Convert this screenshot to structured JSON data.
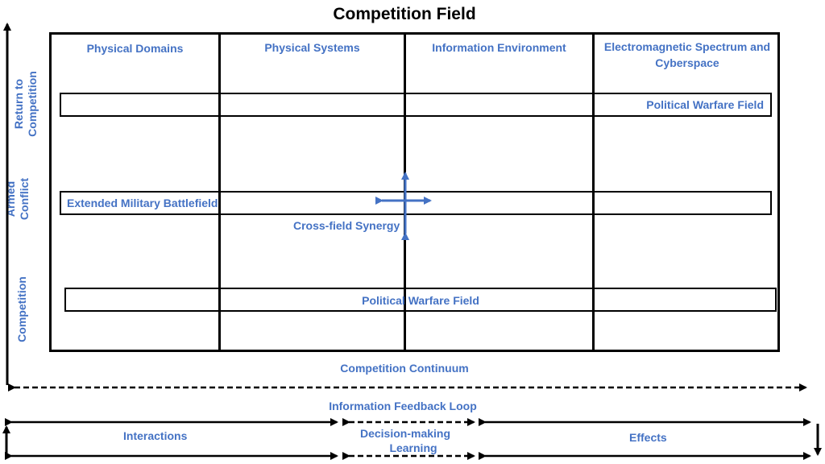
{
  "title": "Competition Field",
  "columns": [
    "Physical Domains",
    "Physical Systems",
    "Information Environment",
    "Electromagnetic Spectrum and Cyberspace"
  ],
  "rows": {
    "return_to_competition": "Return to Competition",
    "armed_conflict": "Armed Conflict",
    "competition": "Competition"
  },
  "bands": {
    "top": "Political Warfare Field",
    "middle": "Extended Military Battlefield",
    "bottom": "Political Warfare Field"
  },
  "synergy_label": "Cross-field Synergy",
  "continuum_label": "Competition Continuum",
  "feedback": {
    "title": "Information Feedback Loop",
    "interactions": "Interactions",
    "decision_making": "Decision-making",
    "learning": "Learning",
    "effects": "Effects"
  },
  "colors": {
    "label": "#4472C4",
    "line": "#000000",
    "arrow": "#4472C4"
  }
}
